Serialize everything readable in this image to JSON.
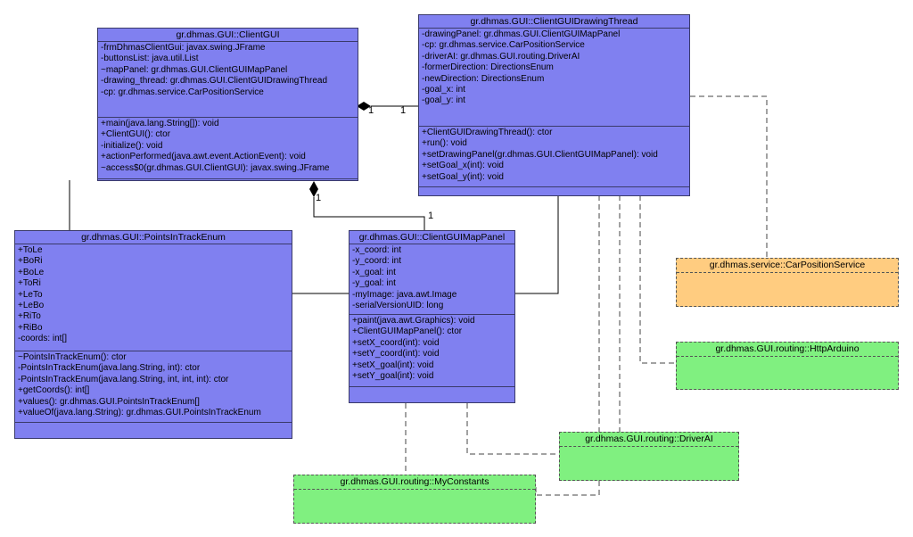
{
  "classes": {
    "client_gui": {
      "title": "gr.dhmas.GUI::ClientGUI",
      "attributes": [
        "-frmDhmasClientGui: javax.swing.JFrame",
        "-buttonsList: java.util.List",
        "~mapPanel: gr.dhmas.GUI.ClientGUIMapPanel",
        "-drawing_thread: gr.dhmas.GUI.ClientGUIDrawingThread",
        "-cp: gr.dhmas.service.CarPositionService"
      ],
      "operations": [
        "+main(java.lang.String[]): void",
        "+ClientGUI(): ctor",
        "-initialize(): void",
        "+actionPerformed(java.awt.event.ActionEvent): void",
        "~access$0(gr.dhmas.GUI.ClientGUI): javax.swing.JFrame"
      ]
    },
    "drawing_thread": {
      "title": "gr.dhmas.GUI::ClientGUIDrawingThread",
      "attributes": [
        "-drawingPanel: gr.dhmas.GUI.ClientGUIMapPanel",
        "-cp: gr.dhmas.service.CarPositionService",
        "-driverAI: gr.dhmas.GUI.routing.DriverAI",
        "-formerDirection: DirectionsEnum",
        "-newDirection: DirectionsEnum",
        "-goal_x: int",
        "-goal_y: int"
      ],
      "operations": [
        "+ClientGUIDrawingThread(): ctor",
        "+run(): void",
        "+setDrawingPanel(gr.dhmas.GUI.ClientGUIMapPanel): void",
        "+setGoal_x(int): void",
        "+setGoal_y(int): void"
      ]
    },
    "points_enum": {
      "title": "gr.dhmas.GUI::PointsInTrackEnum",
      "attributes": [
        "+ToLe",
        "+BoRi",
        "+BoLe",
        "+ToRi",
        "+LeTo",
        "+LeBo",
        "+RiTo",
        "+RiBo",
        "-coords: int[]"
      ],
      "operations": [
        "~PointsInTrackEnum(): ctor",
        "-PointsInTrackEnum(java.lang.String, int): ctor",
        "-PointsInTrackEnum(java.lang.String, int, int, int): ctor",
        "+getCoords(): int[]",
        "+values(): gr.dhmas.GUI.PointsInTrackEnum[]",
        "+valueOf(java.lang.String): gr.dhmas.GUI.PointsInTrackEnum"
      ]
    },
    "map_panel": {
      "title": "gr.dhmas.GUI::ClientGUIMapPanel",
      "attributes": [
        "-x_coord: int",
        "-y_coord: int",
        "-x_goal: int",
        "-y_goal: int",
        "-myImage: java.awt.Image",
        "-serialVersionUID: long"
      ],
      "operations": [
        "+paint(java.awt.Graphics): void",
        "+ClientGUIMapPanel(): ctor",
        "+setX_coord(int): void",
        "+setY_coord(int): void",
        "+setX_goal(int): void",
        "+setY_goal(int): void"
      ]
    }
  },
  "external": {
    "car_position_service": "gr.dhmas.service::CarPositionService",
    "http_arduino": "gr.dhmas.GUI.routing::HttpArduino",
    "driver_ai": "gr.dhmas.GUI.routing::DriverAI",
    "my_constants": "gr.dhmas.GUI.routing::MyConstants"
  },
  "multiplicities": {
    "gui_thread_near_gui": "1",
    "gui_thread_near_thread": "1",
    "gui_panel_near_gui": "1",
    "gui_panel_near_panel": "1"
  },
  "colors": {
    "class_fill": "#8080f0",
    "service_fill": "#ffcc80",
    "routing_fill": "#80f080"
  }
}
